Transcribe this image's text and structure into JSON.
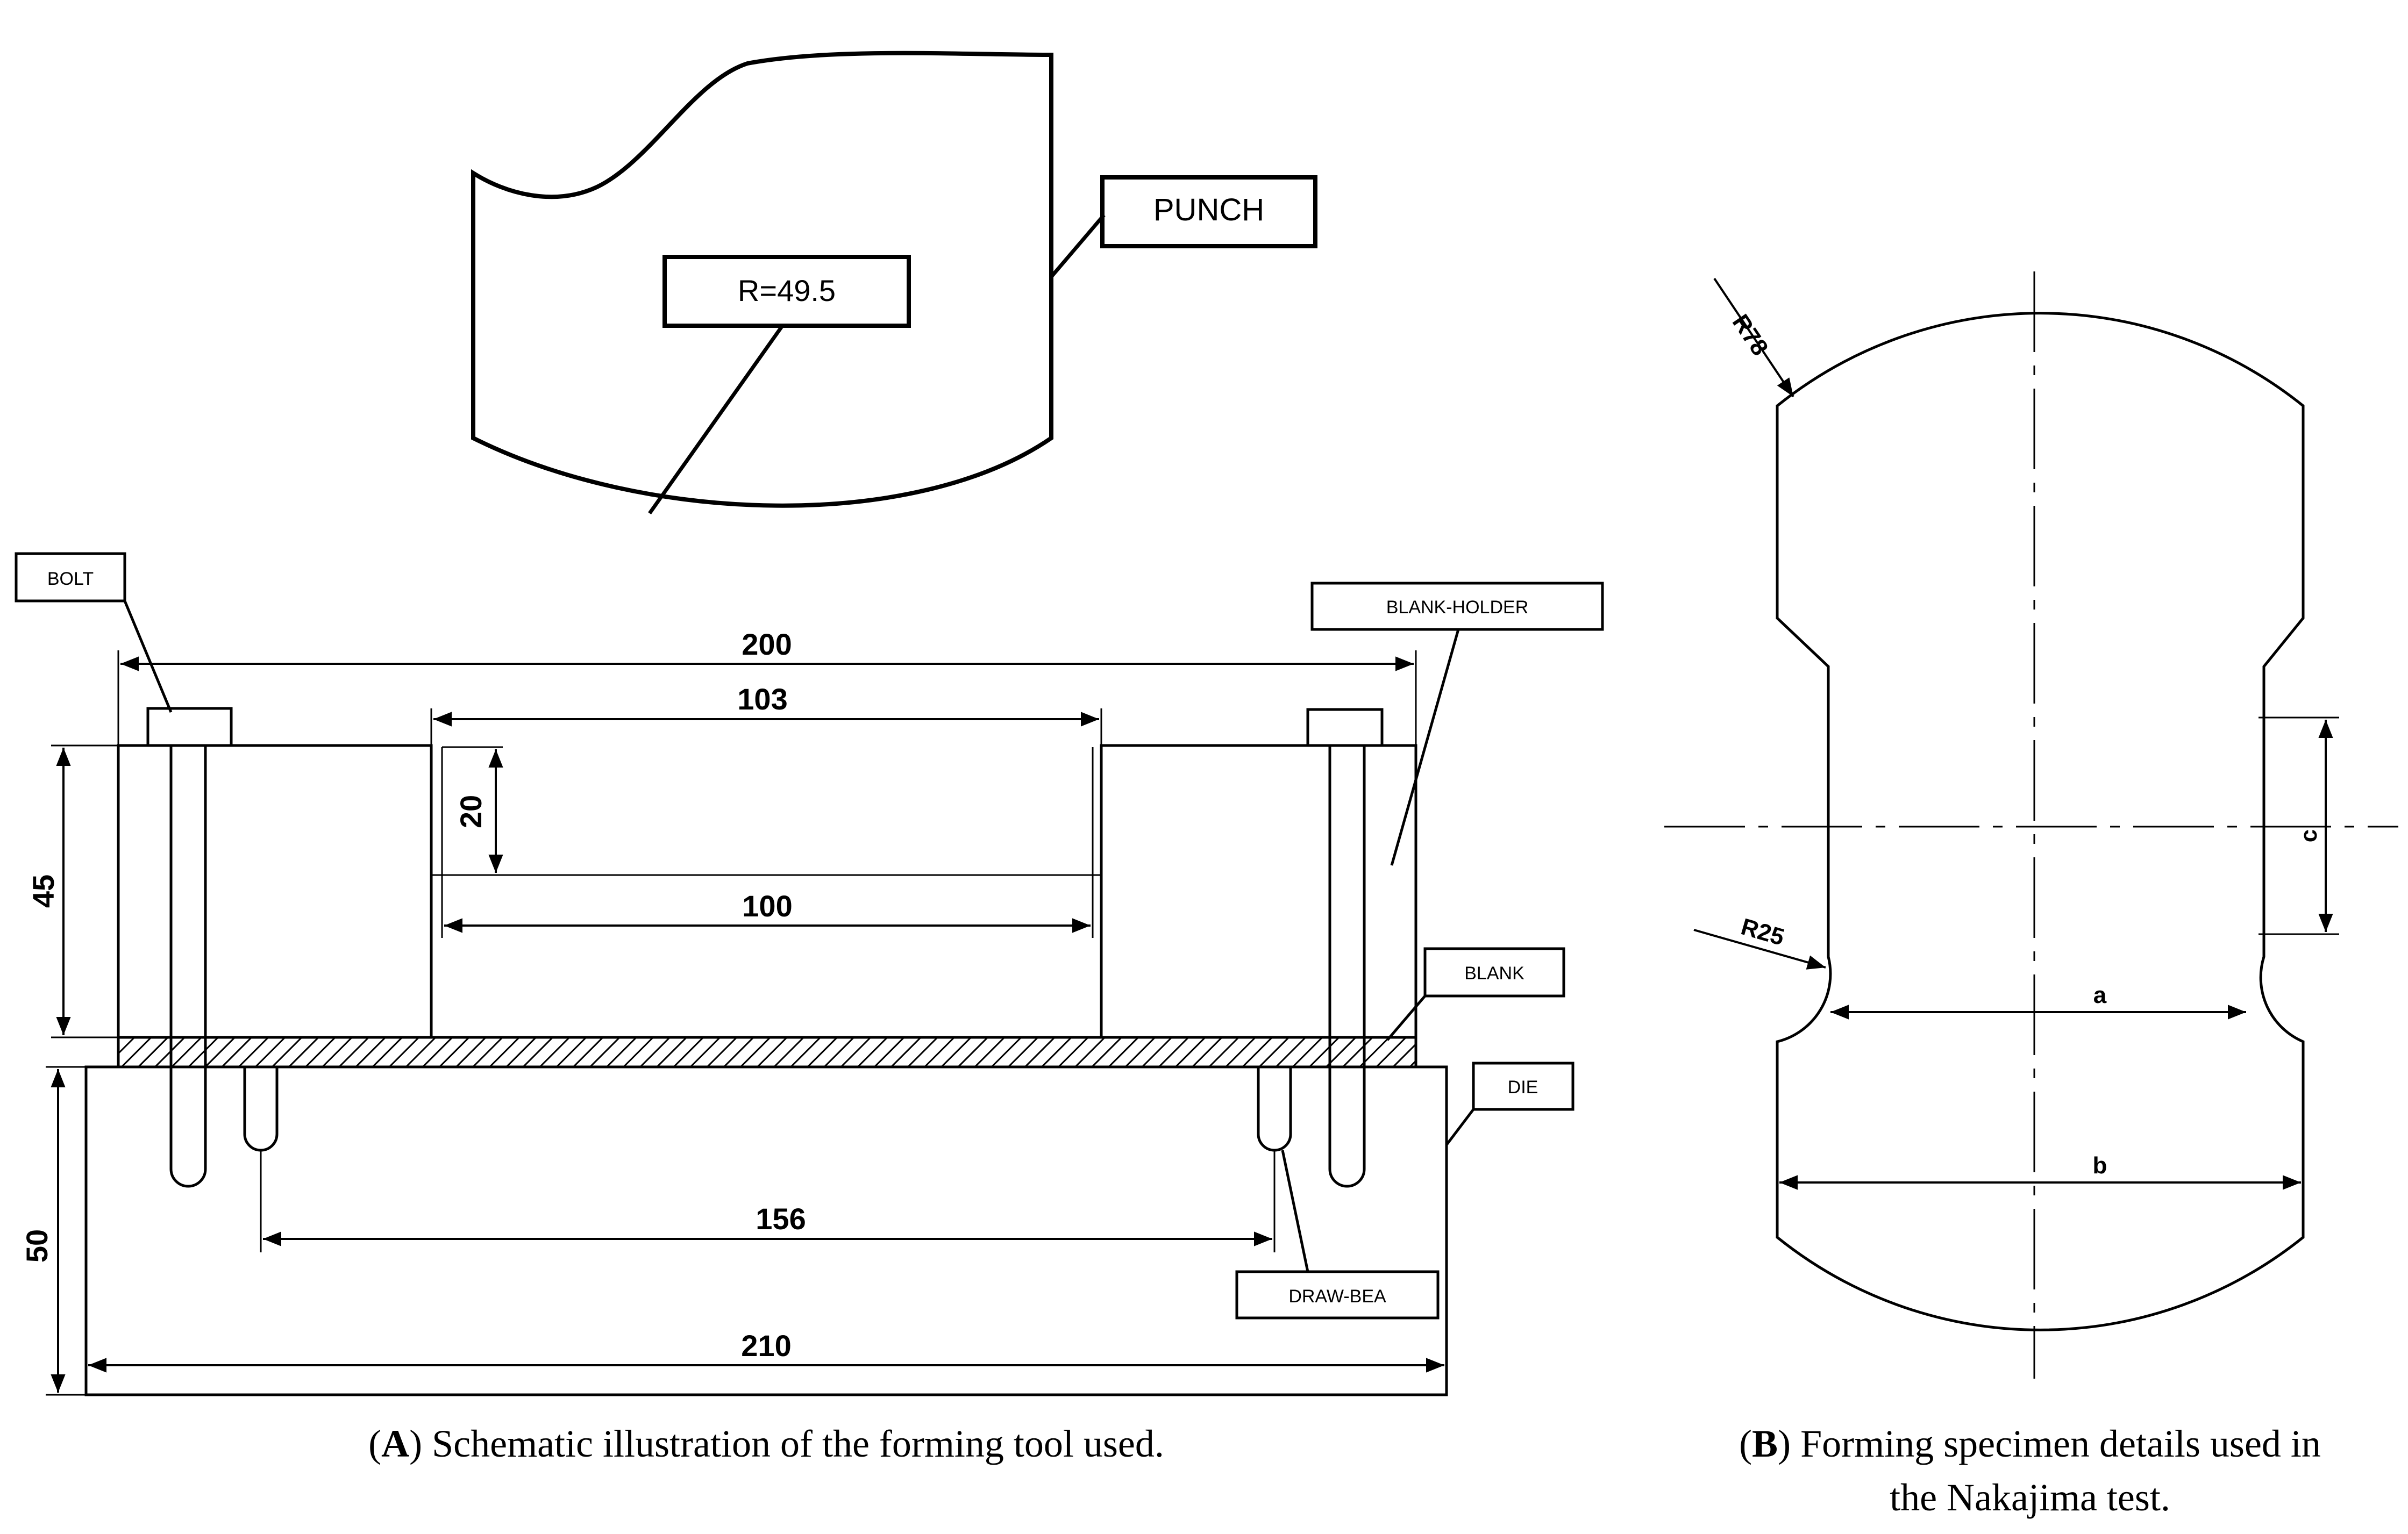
{
  "panel_a": {
    "labels": {
      "punch": "PUNCH",
      "radius": "R=49.5",
      "bolt": "BOLT",
      "blank_holder": "BLANK-HOLDER",
      "blank": "BLANK",
      "die": "DIE",
      "draw_bead": "DRAW-BEA"
    },
    "dimensions": {
      "overall_top": "200",
      "opening_top": "103",
      "opening_depth": "20",
      "opening_bottom": "100",
      "holder_height": "45",
      "die_height": "50",
      "bead_spacing": "156",
      "die_width": "210"
    },
    "caption": {
      "letter": "A",
      "open": "(",
      "close": ")",
      "text": " Schematic illustration of the forming tool used."
    }
  },
  "panel_b": {
    "dimensions": {
      "outer_radius": "R78",
      "inner_radius": "R25",
      "width_a": "a",
      "width_b": "b",
      "length_c": "c"
    },
    "caption": {
      "letter": "B",
      "open": "(",
      "close": ")",
      "line1": " Forming specimen details used in",
      "line2": "the Nakajima test."
    }
  }
}
